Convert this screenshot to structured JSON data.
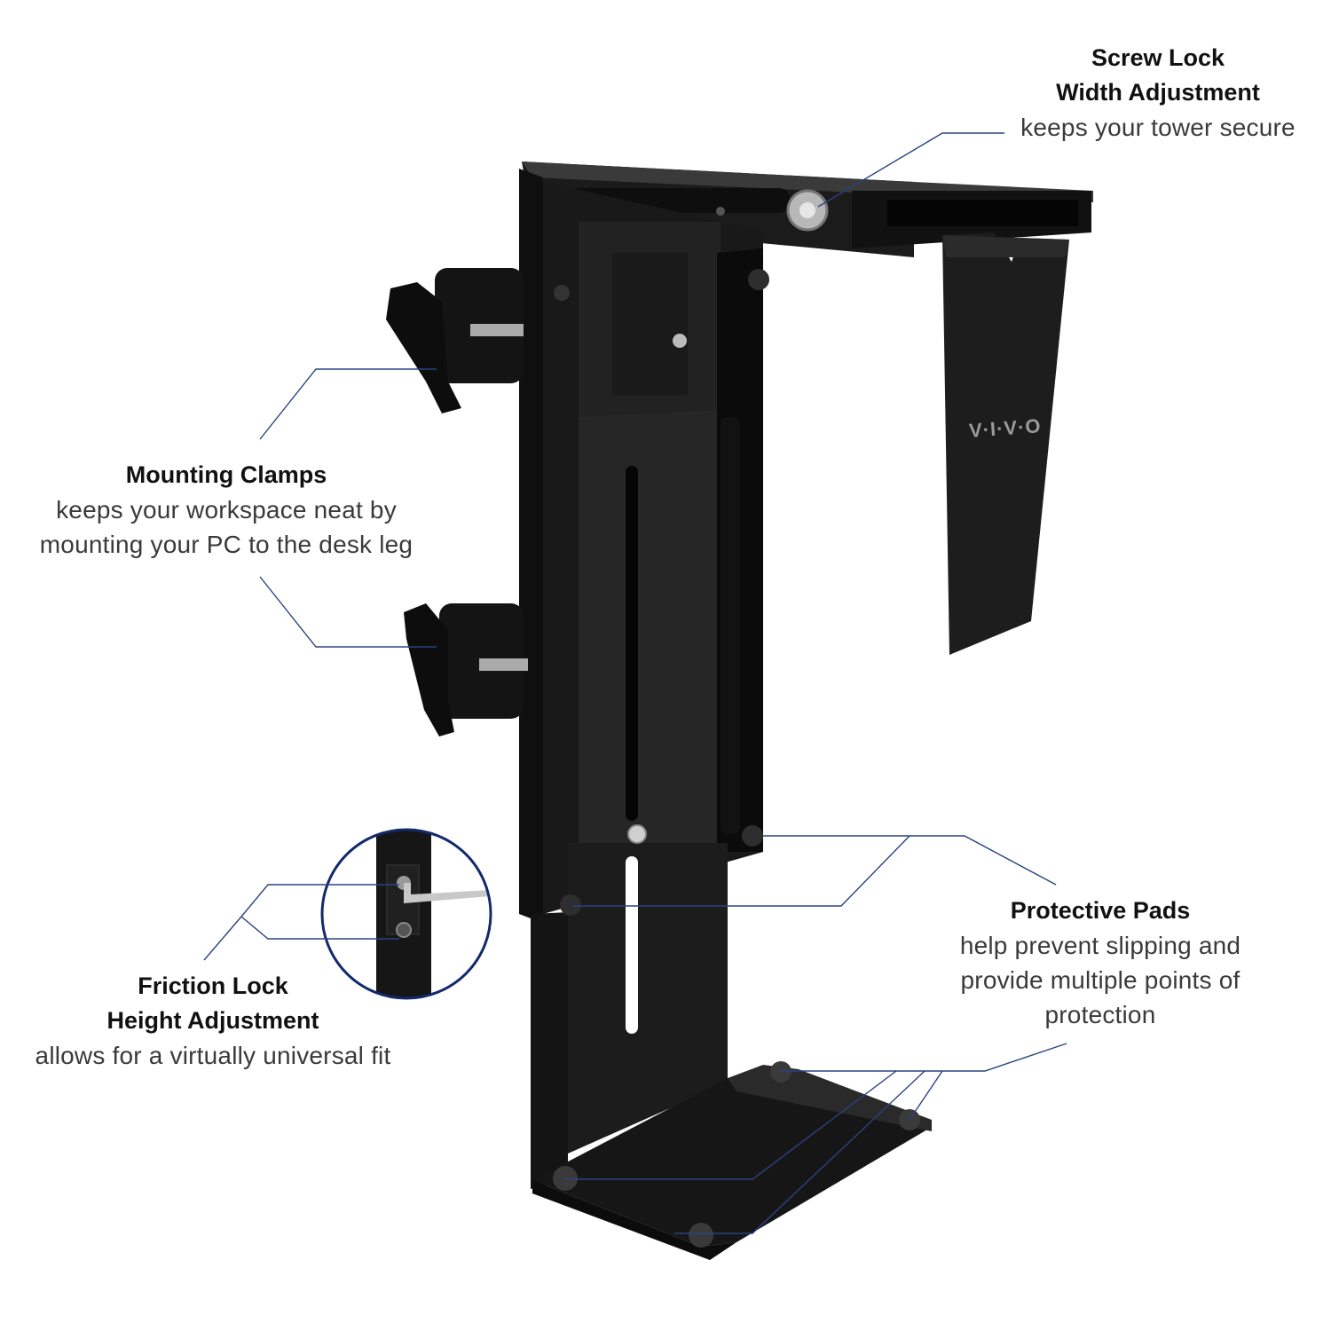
{
  "image": {
    "subject": "under-desk computer tower mount bracket",
    "background_color": "#ffffff",
    "product_color": "#141414",
    "leader_line_color": "#1f3a7a",
    "inset_circle_color": "#13296b",
    "brand_logo_text": "V·I·V·O"
  },
  "callouts": [
    {
      "id": "screw-lock",
      "title_line1": "Screw Lock",
      "title_line2": "Width Adjustment",
      "description": "keeps your tower secure"
    },
    {
      "id": "mounting-clamps",
      "title_line1": "Mounting Clamps",
      "description_line1": "keeps your workspace neat by",
      "description_line2": "mounting your PC to the desk leg"
    },
    {
      "id": "friction-lock",
      "title_line1": "Friction Lock",
      "title_line2": "Height Adjustment",
      "description": "allows for a virtually universal fit"
    },
    {
      "id": "protective-pads",
      "title_line1": "Protective Pads",
      "description_line1": "help prevent slipping and",
      "description_line2": "provide multiple points of",
      "description_line3": "protection"
    }
  ]
}
